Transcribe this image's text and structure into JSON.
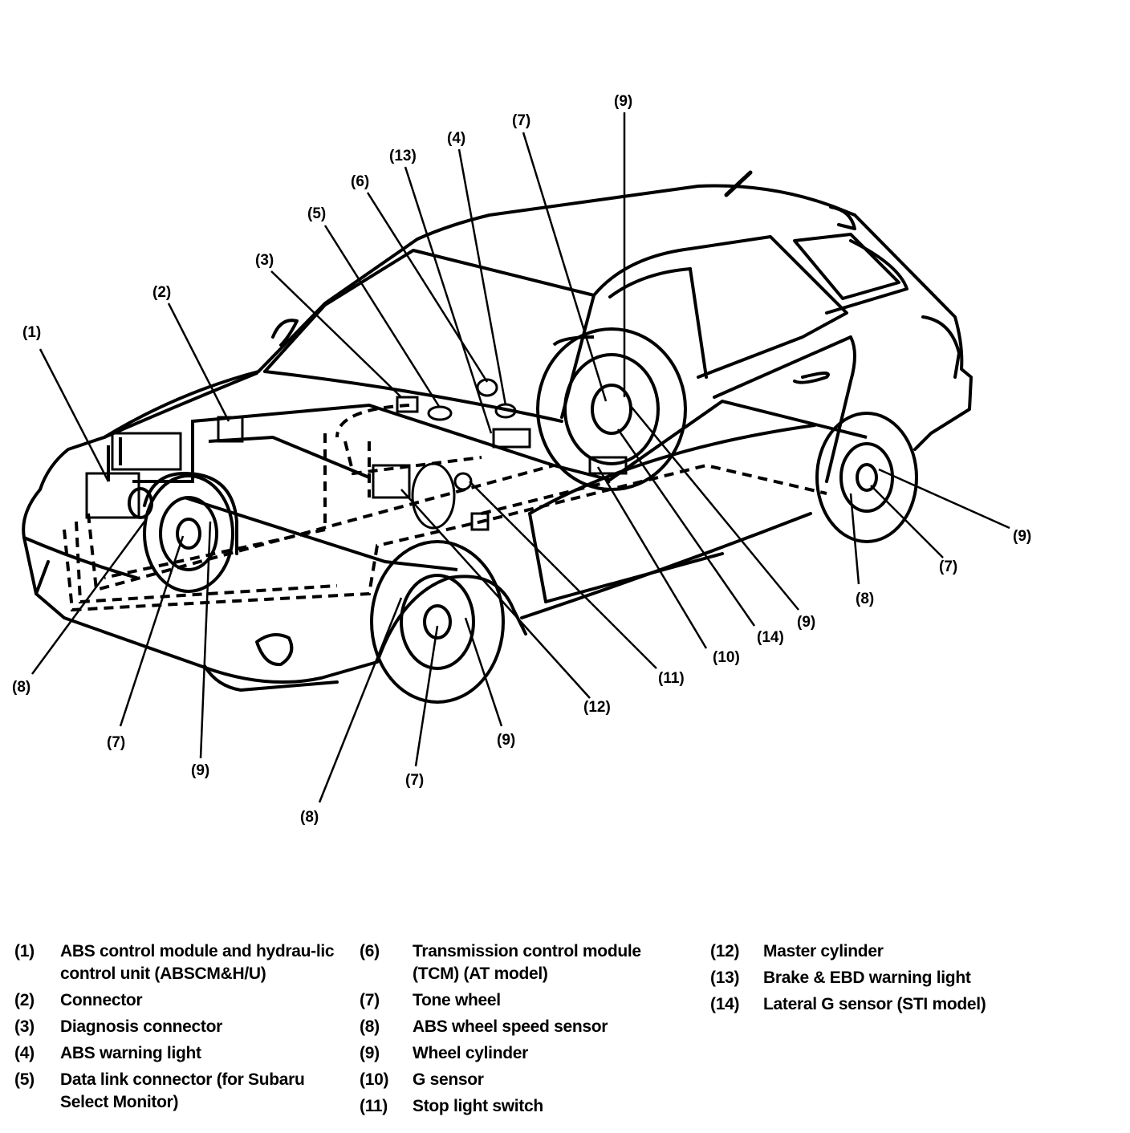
{
  "callouts": {
    "c1": "(1)",
    "c2": "(2)",
    "c3": "(3)",
    "c4": "(4)",
    "c5": "(5)",
    "c6": "(6)",
    "c13": "(13)",
    "c7top": "(7)",
    "c9top": "(9)",
    "c9right": "(9)",
    "c7right": "(7)",
    "c8right": "(8)",
    "c9mid": "(9)",
    "c14": "(14)",
    "c10": "(10)",
    "c11": "(11)",
    "c12": "(12)",
    "c9fl": "(9)",
    "c7fl": "(7)",
    "c8fl": "(8)",
    "c8left": "(8)",
    "c7left": "(7)",
    "c9left": "(9)"
  },
  "legend": {
    "col1": [
      {
        "num": "(1)",
        "text": "ABS control module and hydrau-lic control unit (ABSCM&H/U)"
      },
      {
        "num": "(2)",
        "text": "Connector"
      },
      {
        "num": "(3)",
        "text": "Diagnosis connector"
      },
      {
        "num": "(4)",
        "text": "ABS warning light"
      },
      {
        "num": "(5)",
        "text": "Data link connector (for Subaru Select Monitor)"
      }
    ],
    "col2": [
      {
        "num": "(6)",
        "text": "Transmission control module (TCM) (AT model)"
      },
      {
        "num": "(7)",
        "text": "Tone wheel"
      },
      {
        "num": "(8)",
        "text": "ABS wheel speed sensor"
      },
      {
        "num": "(9)",
        "text": "Wheel cylinder"
      },
      {
        "num": "(10)",
        "text": "G sensor"
      },
      {
        "num": "(11)",
        "text": "Stop light switch"
      }
    ],
    "col3": [
      {
        "num": "(12)",
        "text": "Master cylinder"
      },
      {
        "num": "(13)",
        "text": "Brake & EBD warning light"
      },
      {
        "num": "(14)",
        "text": "Lateral G sensor (STI model)"
      }
    ]
  }
}
